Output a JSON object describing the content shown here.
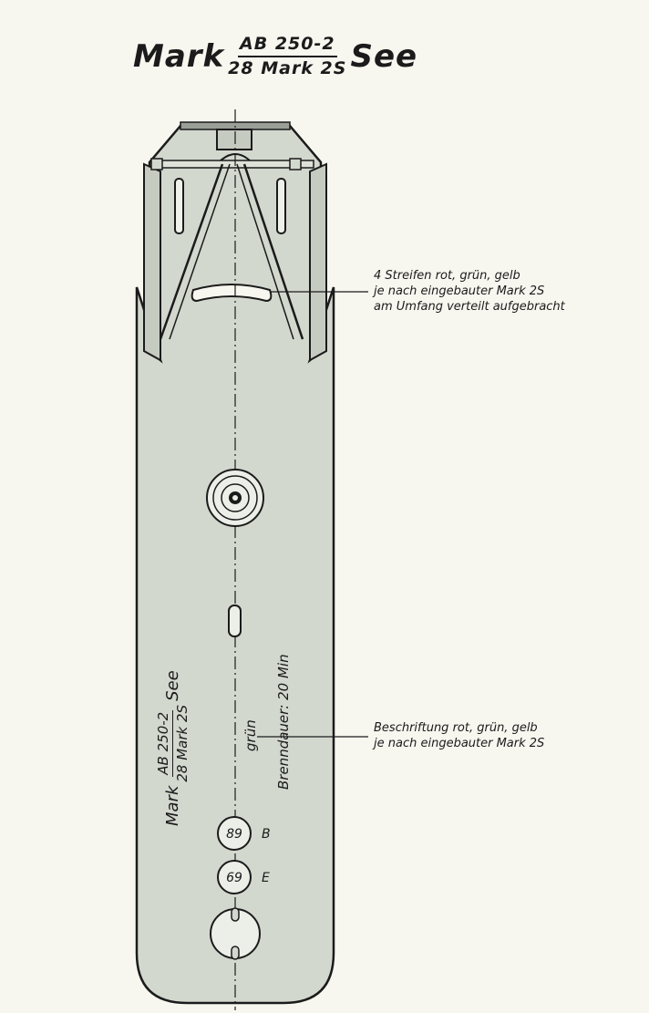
{
  "title": {
    "prefix": "Mark",
    "numerator": "AB 250-2",
    "denominator": "28 Mark 2S",
    "suffix": "See"
  },
  "annotations": {
    "stripes": [
      "4 Streifen rot, grün, gelb",
      "je nach eingebauter Mark 2S",
      "am Umfang verteilt aufgebracht"
    ],
    "lettering": [
      "Beschriftung rot, grün, gelb",
      "je nach eingebauter Mark 2S"
    ]
  },
  "body_marking": {
    "prefix": "Mark",
    "numerator": "AB 250-2",
    "denominator": "28 Mark 2S",
    "suffix": "See",
    "color_word": "grün",
    "burn_time": "Brenndauer: 20 Min"
  },
  "stamps": [
    {
      "number": "89",
      "letter": "B"
    },
    {
      "number": "69",
      "letter": "E"
    }
  ],
  "colors": {
    "body_fill": "#d3d8cf",
    "line": "#1b1b1b",
    "paper": "#f7f6ef"
  }
}
